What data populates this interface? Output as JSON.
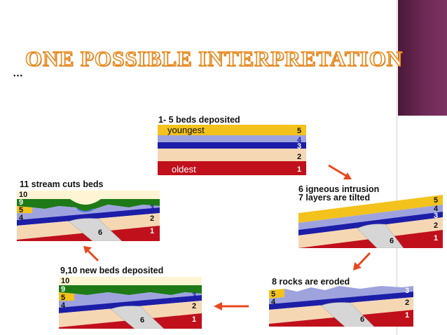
{
  "slide": {
    "title": "ONE POSSIBLE INTERPRETATION",
    "ellipsis": "…"
  },
  "diagram": {
    "panel1": {
      "caption": "1- 5 beds deposited",
      "youngest_label": "youngest",
      "oldest_label": "oldest",
      "bed_numbers": [
        "5",
        "4",
        "3",
        "2",
        "1"
      ]
    },
    "panel2": {
      "caption_line1": "6 igneous intrusion",
      "caption_line2": "7 layers are tilted",
      "bed_numbers": [
        "5",
        "4",
        "3",
        "2",
        "1"
      ],
      "intrusion_number": "6"
    },
    "panel3": {
      "caption": "8 rocks are eroded",
      "left_numbers": [
        "5",
        "4"
      ],
      "right_numbers": [
        "3",
        "2",
        "1"
      ],
      "intrusion_number": "6"
    },
    "panel4": {
      "caption": "9,10 new beds deposited",
      "left_numbers": [
        "10",
        "9",
        "5",
        "4"
      ],
      "right_numbers": [
        "3",
        "2",
        "1"
      ],
      "intrusion_number": "6"
    },
    "panel5": {
      "caption": "11 stream cuts beds",
      "left_numbers": [
        "10",
        "9",
        "5",
        "4"
      ],
      "right_numbers": [
        "3",
        "2",
        "1"
      ],
      "intrusion_number": "6"
    },
    "colors": {
      "bed1": "#c0101c",
      "bed2": "#f6d7b4",
      "bed3": "#1c1ea8",
      "bed4": "#9ea3de",
      "bed5": "#f3c21c",
      "bed9": "#1d7a17",
      "bed10": "#fff4d3",
      "intrusion": "#d6d6d6",
      "arrow": "#e8491e",
      "title_outline": "#e98b1f"
    }
  }
}
